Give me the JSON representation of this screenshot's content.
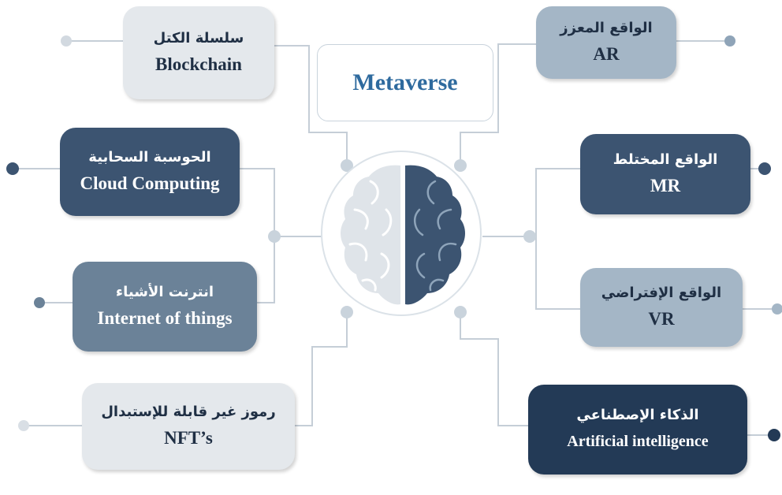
{
  "title": "Metaverse",
  "nodes": {
    "blockchain": {
      "ar": "سلسلة الكتل",
      "en": "Blockchain"
    },
    "cloud": {
      "ar": "الحوسبة السحابية",
      "en": "Cloud Computing"
    },
    "iot": {
      "ar": "انترنت الأشياء",
      "en": "Internet of things"
    },
    "nft": {
      "ar": "رموز غير قابلة للإستبدال",
      "en": "NFT’s"
    },
    "ar": {
      "ar": "الواقع المعزز",
      "en": "AR"
    },
    "mr": {
      "ar": "الواقع المختلط",
      "en": "MR"
    },
    "vr": {
      "ar": "الواقع الإفتراضي",
      "en": "VR"
    },
    "ai": {
      "ar": "الذكاء الإصطناعي",
      "en": "Artificial intelligence"
    }
  },
  "colors": {
    "lightest": "#e4e8ec",
    "light": "#a4b6c6",
    "mid": "#6b8298",
    "dark": "#3c5471",
    "darkest": "#233a56",
    "title": "#2e6a9e",
    "connector": "#c5ced7"
  }
}
